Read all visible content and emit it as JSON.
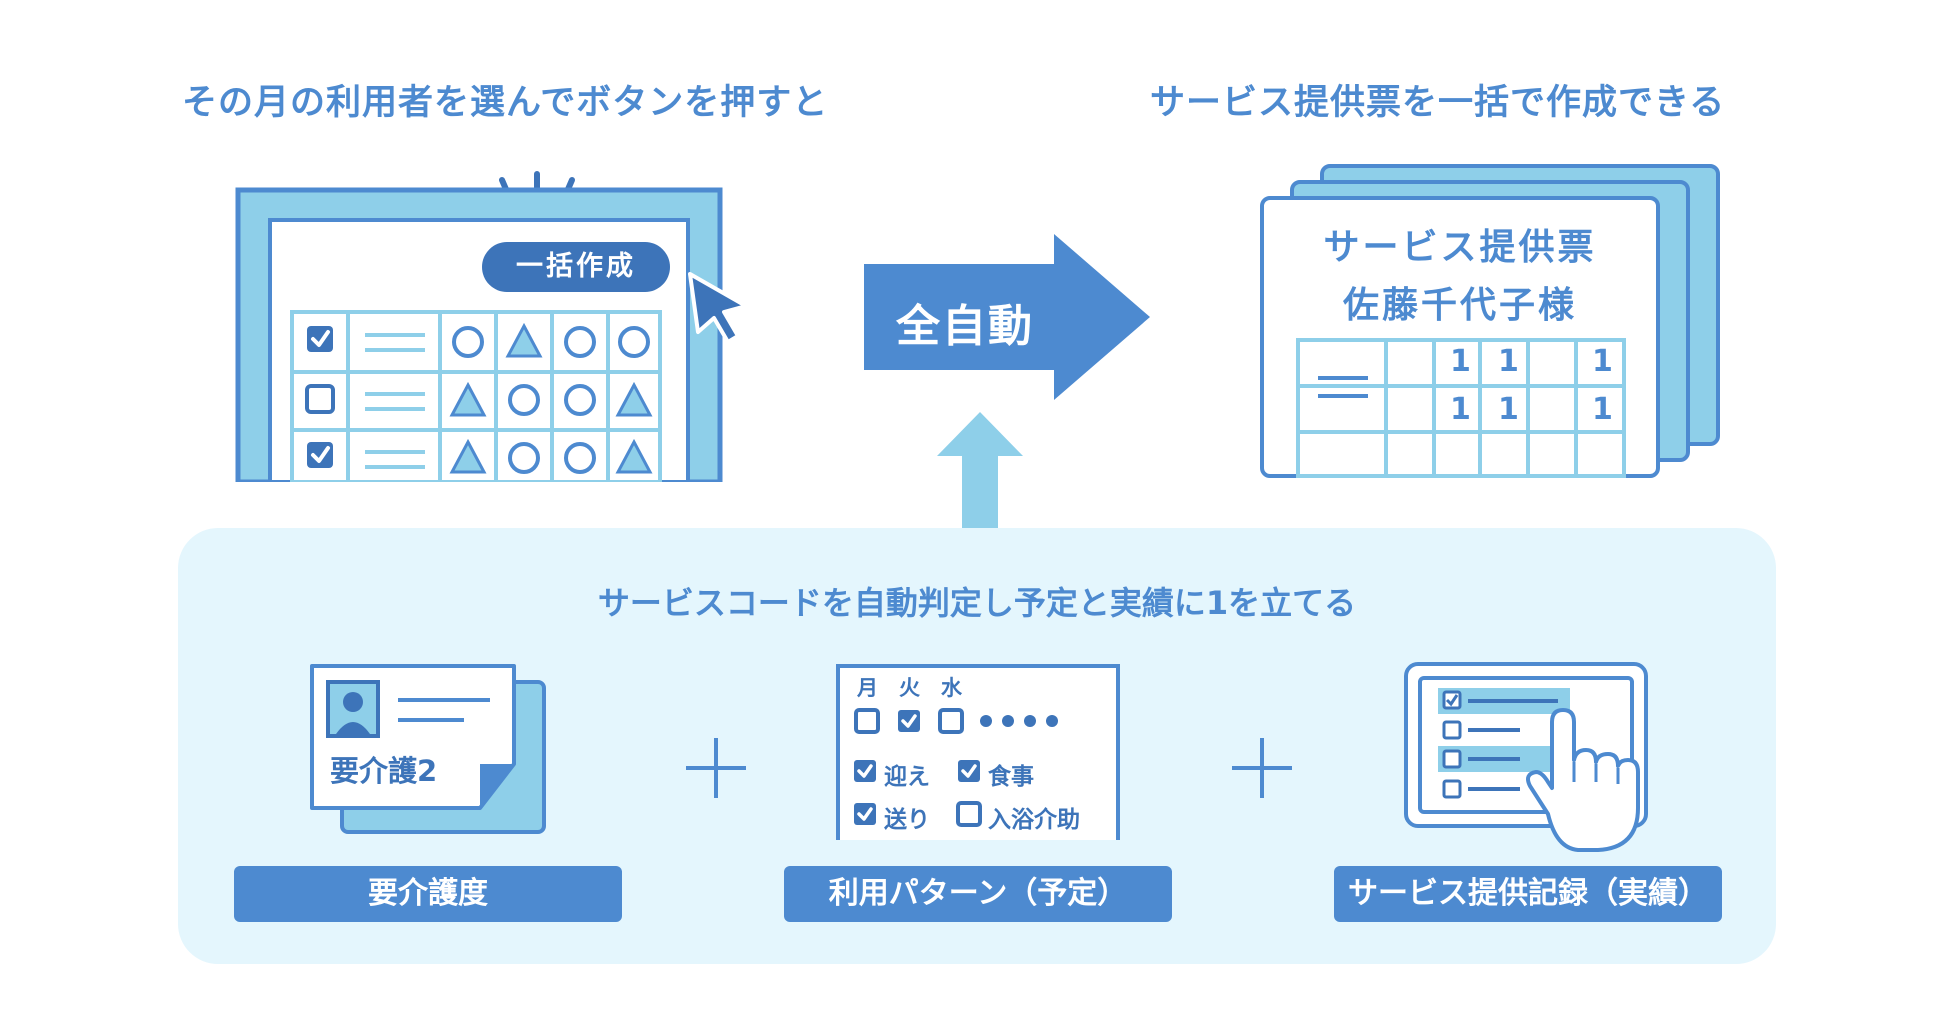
{
  "colors": {
    "accent": "#4d8ad0",
    "dark": "#3d74b9",
    "light": "#8ecfe9",
    "panel": "#e4f6fd"
  },
  "left_heading": "その月の利用者を選んでボタンを押すと",
  "right_heading": "サービス提供票を一括で作成できる",
  "batch_button": "一括作成",
  "auto_label": "全自動",
  "sheet": {
    "title": "サービス提供票",
    "name": "佐藤千代子様",
    "mark": "1"
  },
  "panel_caption": "サービスコードを自動判定し予定と実績に1を立てる",
  "card_care": {
    "level": "要介護2"
  },
  "calendar": {
    "days": [
      "月",
      "火",
      "水"
    ],
    "opt1": "迎え",
    "opt2": "食事",
    "opt3": "送り",
    "opt4": "入浴介助"
  },
  "labels": {
    "care": "要介護度",
    "plan": "利用パターン（予定）",
    "record": "サービス提供記録（実績）"
  },
  "icons": [
    "checkbox-icon",
    "circle-icon",
    "triangle-icon",
    "cursor-arrow-icon",
    "hand-pointer-icon",
    "plus-icon",
    "person-icon",
    "arrow-right-icon",
    "arrow-up-icon"
  ]
}
